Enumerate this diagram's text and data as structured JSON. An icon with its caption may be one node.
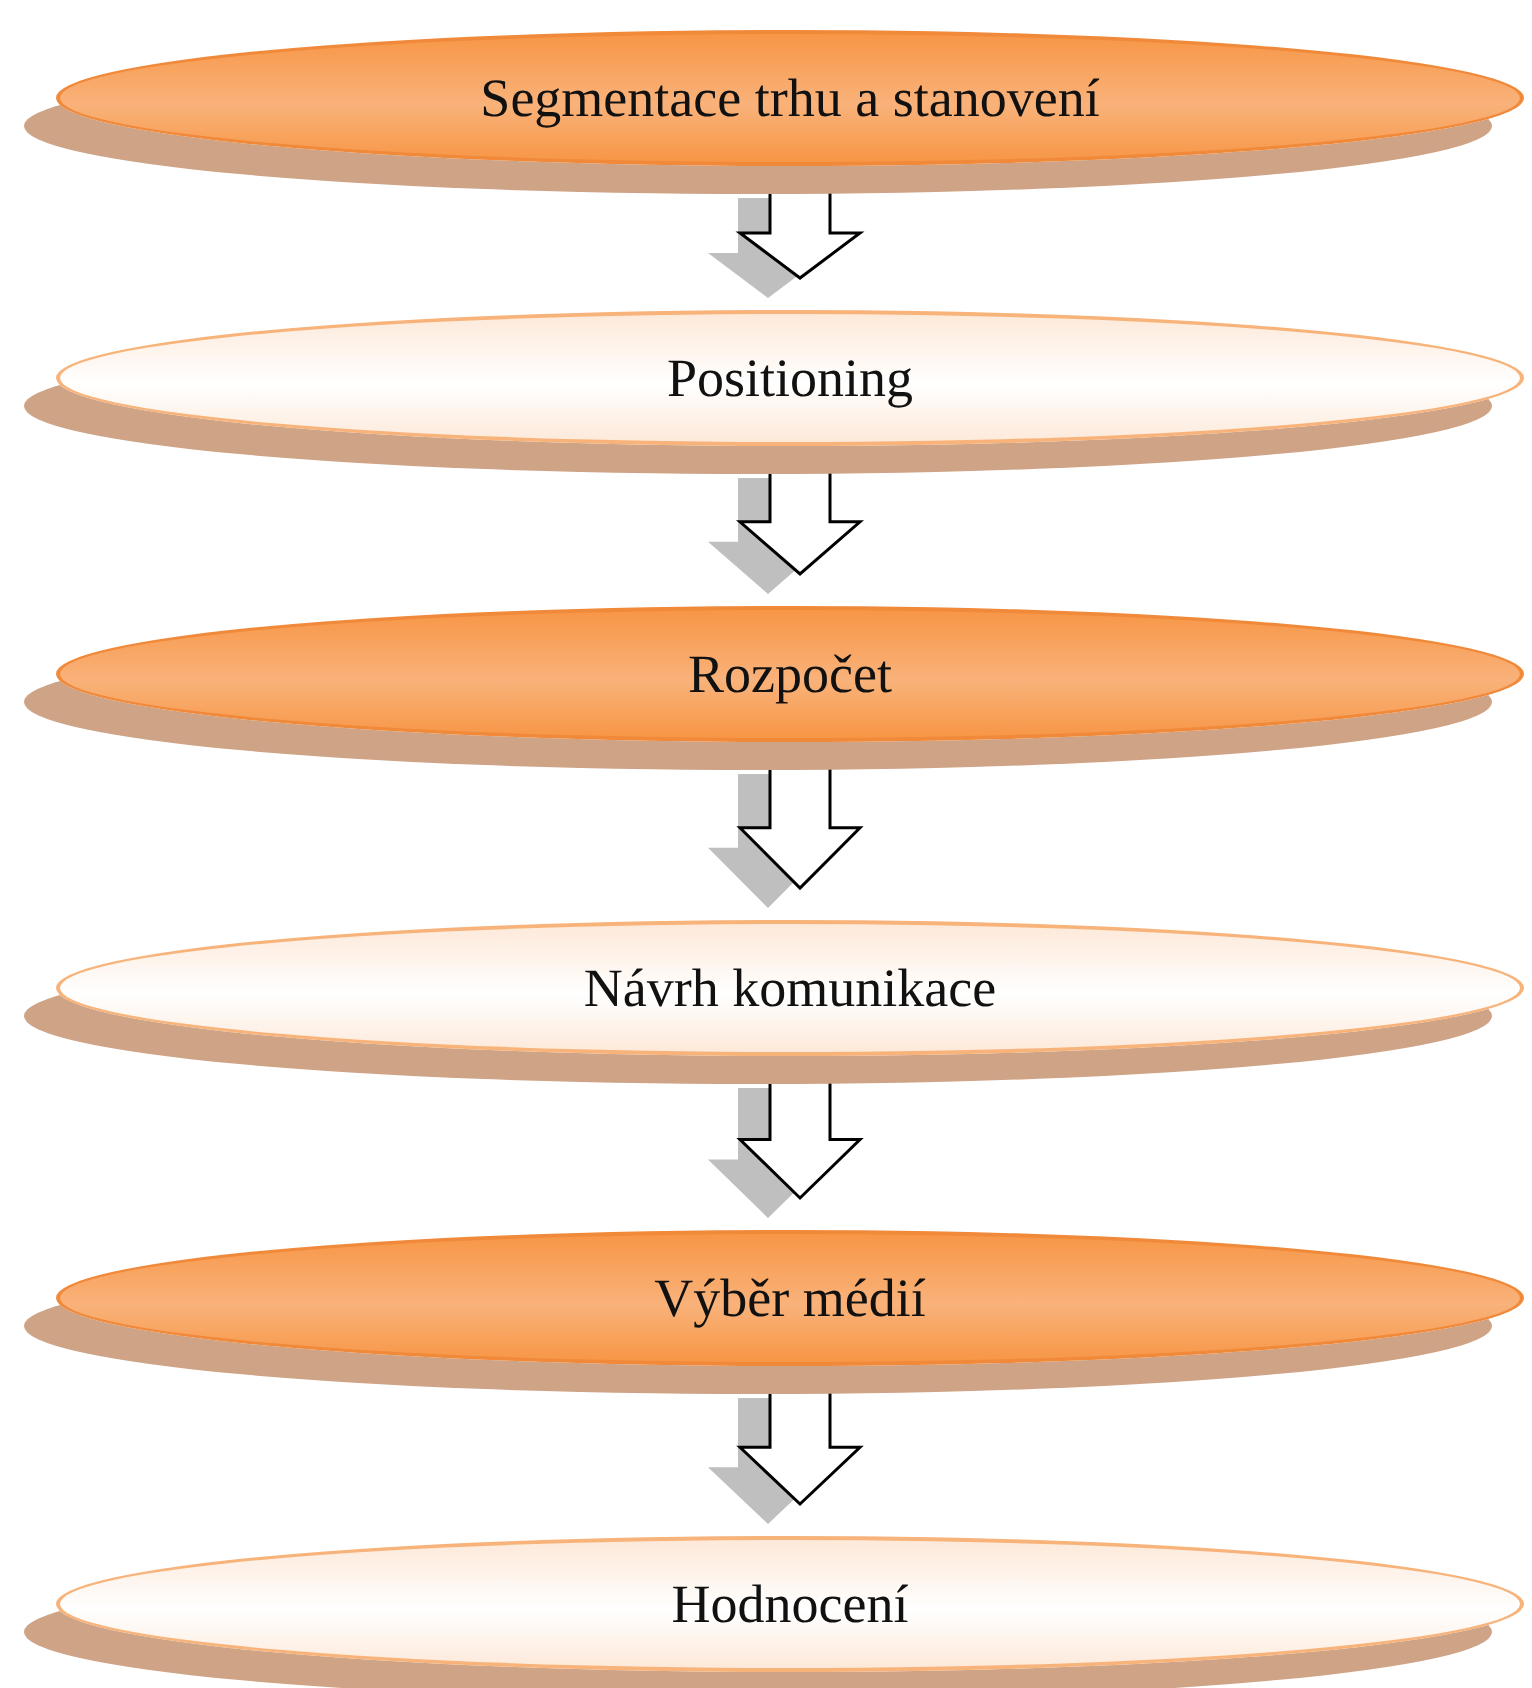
{
  "diagram": {
    "nodes": [
      {
        "text": [
          "Segmentace trhu a stanovení"
        ]
      },
      {
        "text": [
          "Positioning"
        ]
      },
      {
        "text": [
          "Rozpočet"
        ]
      },
      {
        "text": [
          "Návrh komunikace"
        ]
      },
      {
        "text": [
          "Výběr médií"
        ]
      },
      {
        "text": [
          "Hodnocení"
        ]
      }
    ],
    "edges": [
      {
        "from": 0,
        "to": 1,
        "arrow": "to"
      },
      {
        "from": 1,
        "to": 2,
        "arrow": "to"
      },
      {
        "from": 2,
        "to": 3,
        "arrow": "to"
      },
      {
        "from": 3,
        "to": 4,
        "arrow": "to"
      },
      {
        "from": 4,
        "to": 5,
        "arrow": "to"
      }
    ]
  }
}
